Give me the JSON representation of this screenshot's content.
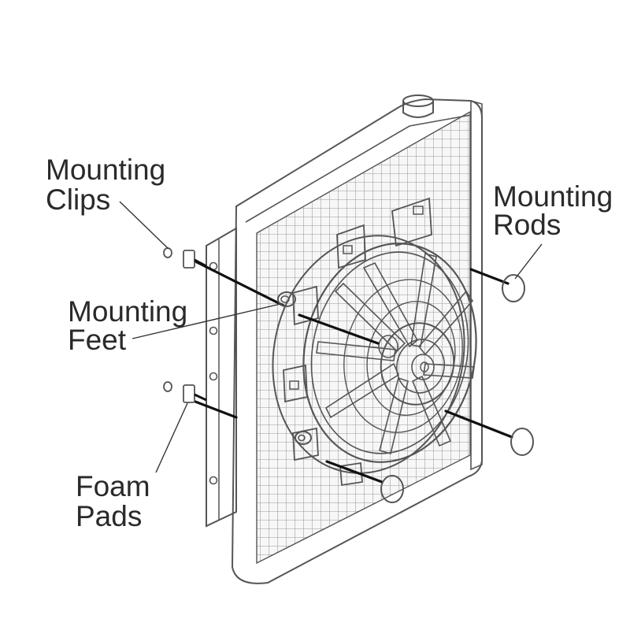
{
  "labels": {
    "mounting_clips": {
      "line1": "Mounting",
      "line2": "Clips"
    },
    "mounting_rods": {
      "line1": "Mounting",
      "line2": "Rods"
    },
    "mounting_feet": {
      "line1": "Mounting",
      "line2": "Feet"
    },
    "foam_pads": {
      "line1": "Foam",
      "line2": "Pads"
    }
  },
  "colors": {
    "outline": "#555555",
    "panel_fill": "#f3f3f3",
    "grid_line": "#9a9a9a",
    "fan_fill": "#ffffff",
    "label_text": "#2a2a2a",
    "rod": "#111111",
    "pad_fill": "#eeeeee"
  }
}
